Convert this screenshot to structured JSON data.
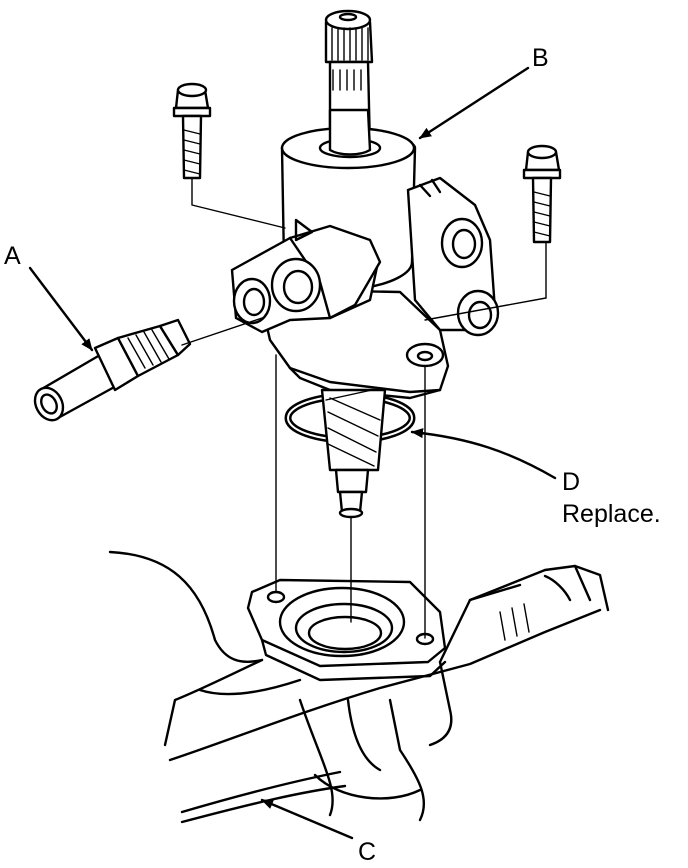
{
  "callouts": {
    "a": {
      "letter": "A",
      "note": ""
    },
    "b": {
      "letter": "B",
      "note": ""
    },
    "c": {
      "letter": "C",
      "note": ""
    },
    "d": {
      "letter": "D",
      "note": "Replace."
    }
  },
  "colors": {
    "ink": "#000000",
    "paper": "#ffffff"
  }
}
